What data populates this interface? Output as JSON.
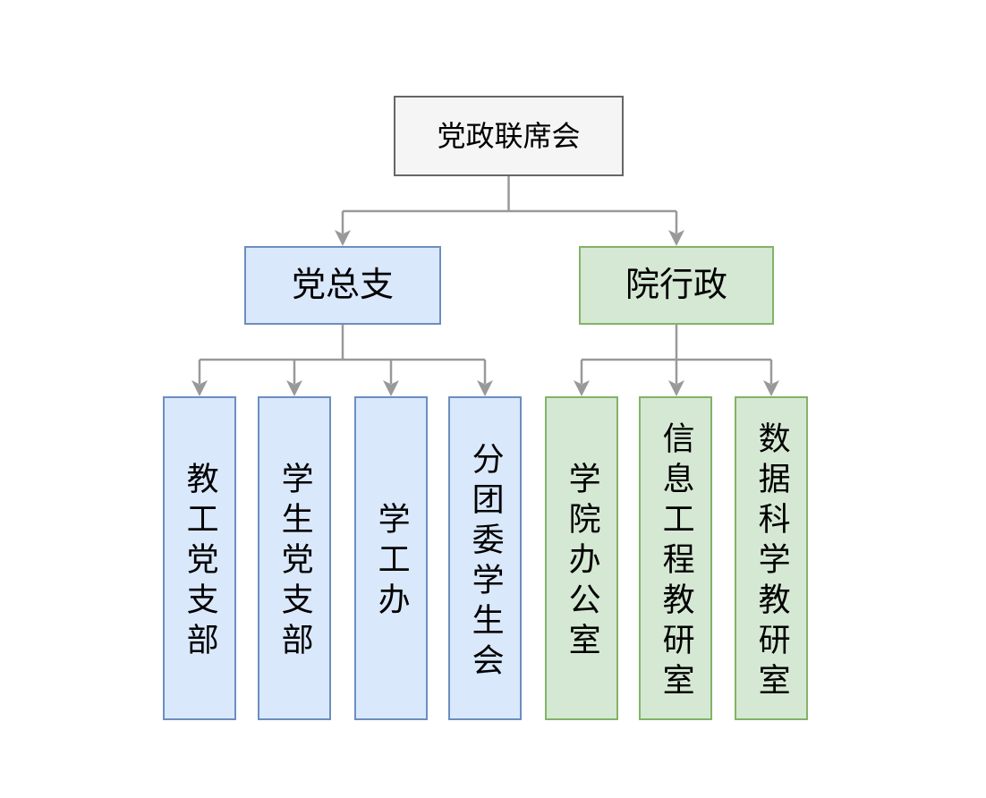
{
  "org": {
    "root": {
      "label": "党政联席会"
    },
    "branches": [
      {
        "label": "党总支",
        "children": [
          "教工党支部",
          "学生党支部",
          "学工办",
          "分团委学生会"
        ]
      },
      {
        "label": "院行政",
        "children": [
          "学院办公室",
          "信息工程教研室",
          "数据科学教研室"
        ]
      }
    ]
  },
  "colors": {
    "root_fill": "#f5f5f5",
    "root_border": "#666666",
    "party_fill": "#dae8fc",
    "party_border": "#6c8ebf",
    "admin_fill": "#d5e8d4",
    "admin_border": "#82b366",
    "connector": "#999999",
    "text": "#000000",
    "background": "#ffffff"
  }
}
